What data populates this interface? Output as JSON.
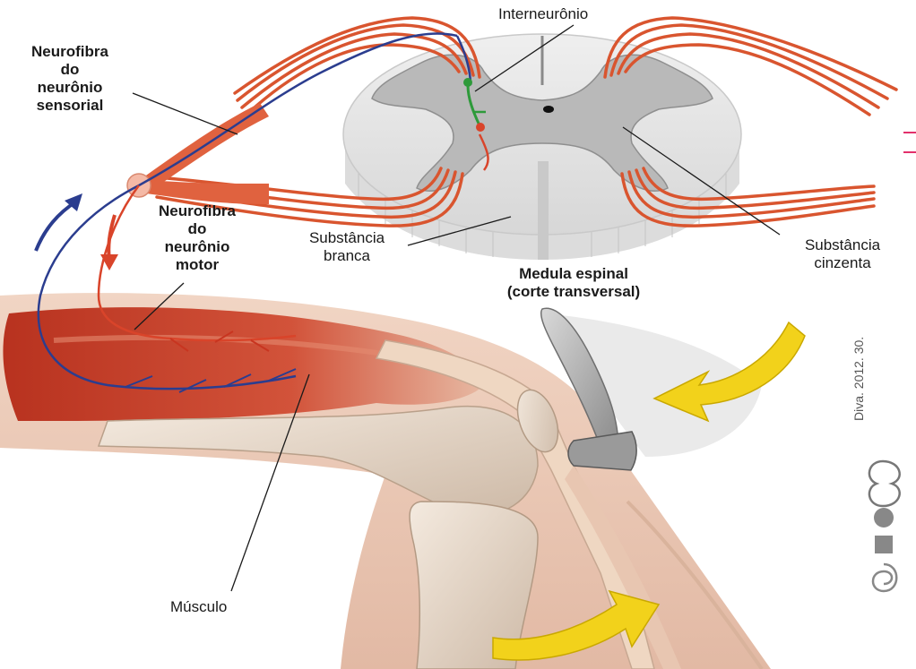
{
  "labels": {
    "sensory_fiber": [
      "Neurofibra",
      "do",
      "neurônio",
      "sensorial"
    ],
    "interneuron": "Interneurônio",
    "motor_fiber": [
      "Neurofibra",
      "do",
      "neurônio",
      "motor"
    ],
    "white_matter": [
      "Substância",
      "branca"
    ],
    "gray_matter": [
      "Substância",
      "cinzenta"
    ],
    "spinal_cord": [
      "Medula espinal",
      "(corte transversal)"
    ],
    "muscle": "Músculo"
  },
  "credit": "Diva. 2012. 30.",
  "colors": {
    "sensory_nerve": "#2b3d8f",
    "motor_nerve": "#d9442a",
    "interneuron": "#2e9a3a",
    "muscle": "#c6452f",
    "gray_matter": "#b9b9b9",
    "white_matter": "#e9e9e9",
    "arrow": "#f2d21b"
  }
}
